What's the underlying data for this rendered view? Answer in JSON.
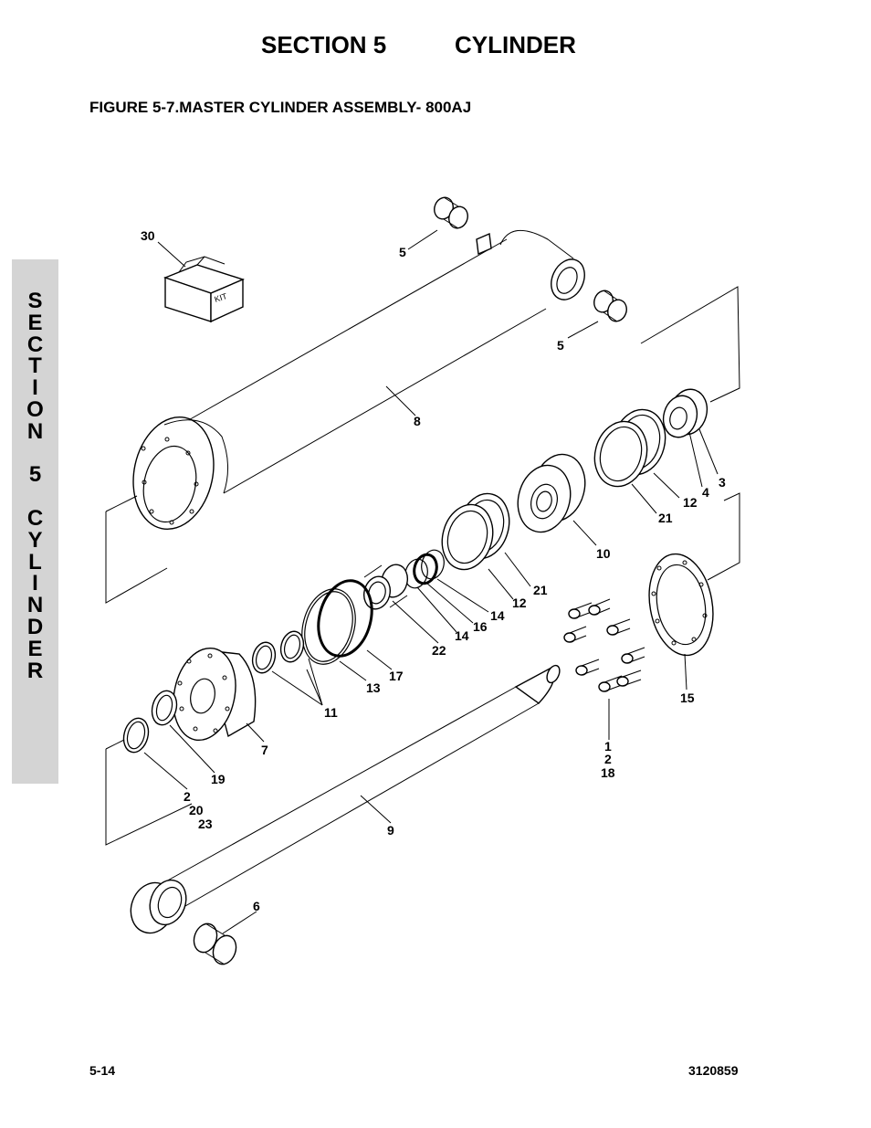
{
  "header": {
    "section": "SECTION 5",
    "title": "CYLINDER"
  },
  "figure_title": "FIGURE 5-7.MASTER CYLINDER ASSEMBLY- 800AJ",
  "side_tab": [
    "S",
    "E",
    "C",
    "T",
    "I",
    "O",
    "N",
    "",
    "5",
    "",
    "C",
    "Y",
    "L",
    "I",
    "N",
    "D",
    "E",
    "R"
  ],
  "kit_label": "KIT",
  "callouts": {
    "c30": "30",
    "c5a": "5",
    "c5b": "5",
    "c8": "8",
    "c3": "3",
    "c4": "4",
    "c12a": "12",
    "c21a": "21",
    "c10": "10",
    "c21b": "21",
    "c12b": "12",
    "c14a": "14",
    "c16": "16",
    "c14b": "14",
    "c22": "22",
    "c17": "17",
    "c13": "13",
    "c11": "11",
    "c7": "7",
    "c19": "19",
    "c2": "2",
    "c20": "20",
    "c23": "23",
    "c9": "9",
    "c6": "6",
    "c15": "15",
    "c1": "1",
    "c2b": "2",
    "c18": "18"
  },
  "footer": {
    "page": "5-14",
    "doc_number": "3120859"
  }
}
